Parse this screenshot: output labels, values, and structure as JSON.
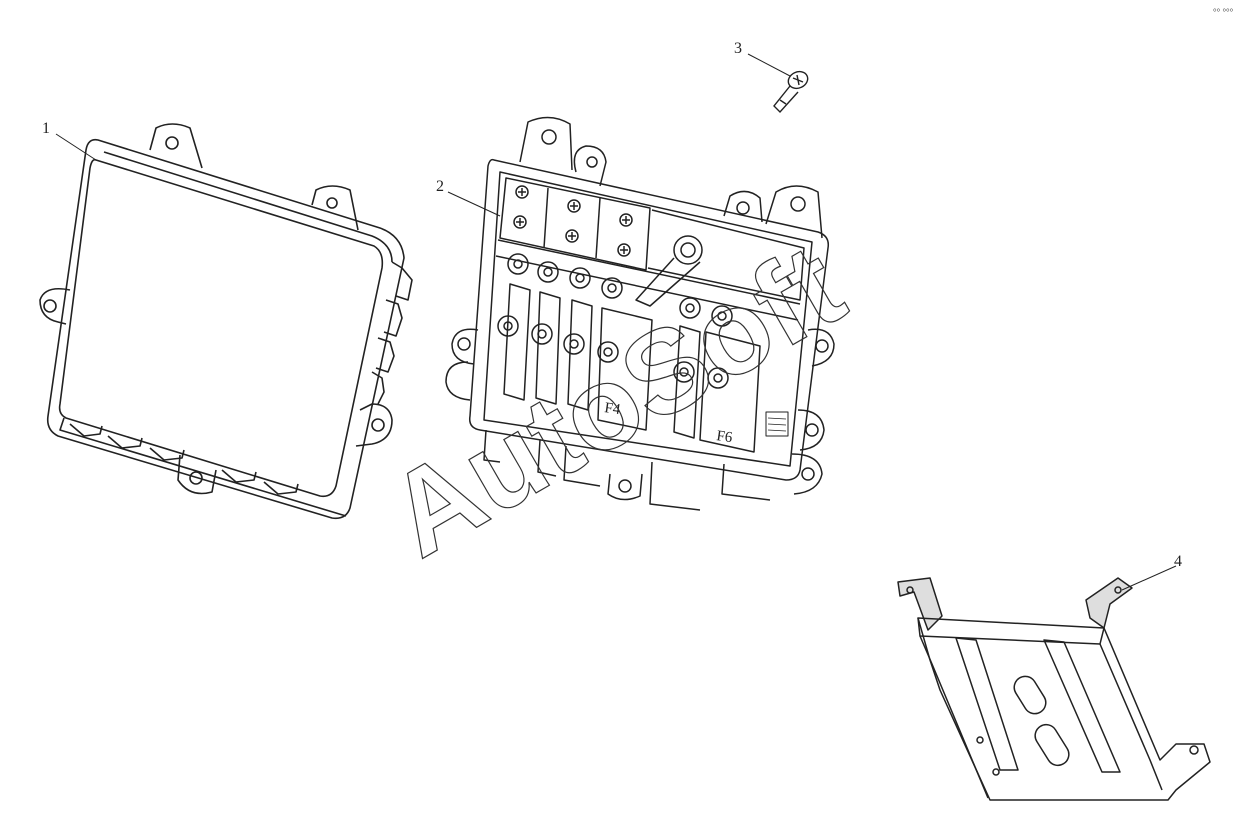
{
  "callouts": {
    "c1": "1",
    "c2": "2",
    "c3": "3",
    "c4": "4"
  },
  "fuse_labels": {
    "f4": "F4",
    "f6": "F6"
  },
  "corner_marks": "°° °°°",
  "watermark": "AutoSoft",
  "colors": {
    "line": "#222222",
    "background": "#ffffff",
    "watermark_stroke": "#333333"
  }
}
